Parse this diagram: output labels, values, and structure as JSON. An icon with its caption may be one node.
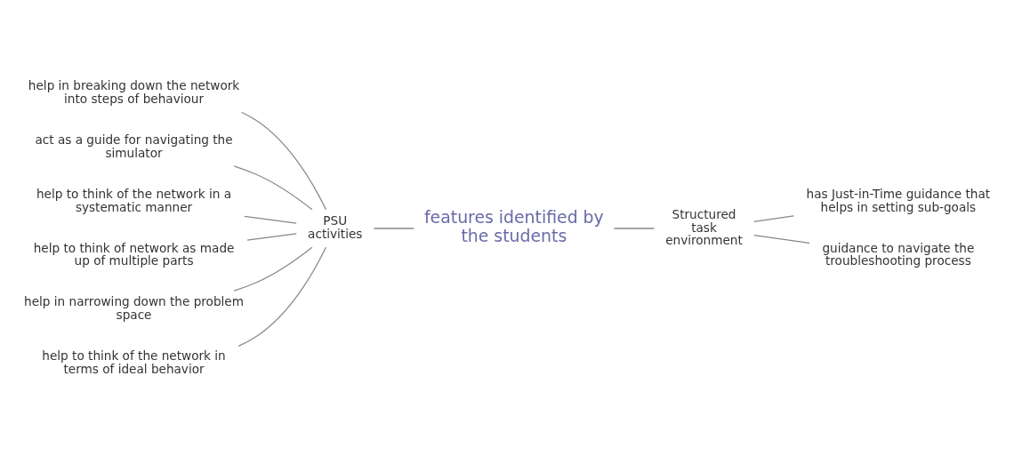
{
  "diagram": {
    "nodes": [
      {
        "text": [
          "features identified by the students"
        ]
      },
      {
        "text": [
          "PSU activities"
        ]
      },
      {
        "text": [
          "help in breaking down the network into steps of behaviour"
        ]
      },
      {
        "text": [
          "act as a guide for navigating the simulator"
        ]
      },
      {
        "text": [
          "help to think of the network in a systematic manner"
        ]
      },
      {
        "text": [
          "help to think of network as made up of multiple parts"
        ]
      },
      {
        "text": [
          "help in narrowing down the problem space"
        ]
      },
      {
        "text": [
          "help to think of the network in terms of ideal behavior"
        ]
      },
      {
        "text": [
          "Structured task environment"
        ]
      },
      {
        "text": [
          "has Just-in-Time guidance that helps in setting sub-goals"
        ]
      },
      {
        "text": [
          "guidance to navigate the troubleshooting process"
        ]
      }
    ],
    "edges": [
      {
        "from": 1,
        "to": 0,
        "arrow": "none"
      },
      {
        "from": 0,
        "to": 8,
        "arrow": "none"
      },
      {
        "from": 2,
        "to": 1,
        "arrow": "none"
      },
      {
        "from": 3,
        "to": 1,
        "arrow": "none"
      },
      {
        "from": 4,
        "to": 1,
        "arrow": "none"
      },
      {
        "from": 5,
        "to": 1,
        "arrow": "none"
      },
      {
        "from": 6,
        "to": 1,
        "arrow": "none"
      },
      {
        "from": 7,
        "to": 1,
        "arrow": "none"
      },
      {
        "from": 8,
        "to": 9,
        "arrow": "none"
      },
      {
        "from": 8,
        "to": 10,
        "arrow": "none"
      }
    ]
  }
}
